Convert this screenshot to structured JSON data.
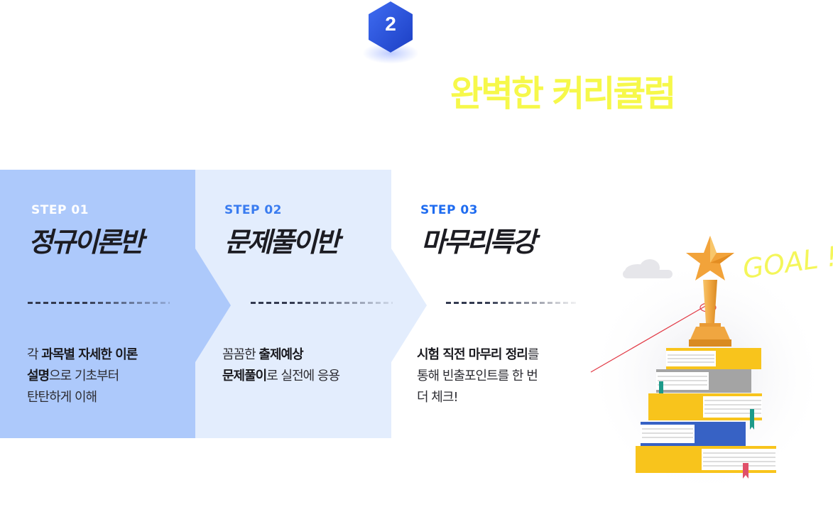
{
  "badge": {
    "number": "2"
  },
  "headline": "완벽한 커리큘럼",
  "steps": [
    {
      "label": "STEP 01",
      "title": "정규이론반",
      "desc": [
        [
          {
            "t": "각 ",
            "b": false
          },
          {
            "t": "과목별 자세한 이론",
            "b": true
          }
        ],
        [
          {
            "t": "설명",
            "b": true
          },
          {
            "t": "으로 기초부터",
            "b": false
          }
        ],
        [
          {
            "t": "탄탄하게 이해",
            "b": false
          }
        ]
      ]
    },
    {
      "label": "STEP 02",
      "title": "문제풀이반",
      "desc": [
        [
          {
            "t": "꼼꼼한 ",
            "b": false
          },
          {
            "t": "출제예상",
            "b": true
          }
        ],
        [
          {
            "t": "문제풀이",
            "b": true
          },
          {
            "t": "로 실전에 응용",
            "b": false
          }
        ]
      ]
    },
    {
      "label": "STEP 03",
      "title": "마무리특강",
      "desc": [
        [
          {
            "t": "시험 직전 마무리 정리",
            "b": true
          },
          {
            "t": "를",
            "b": false
          }
        ],
        [
          {
            "t": "통해 빈출포인트를 한 번",
            "b": false
          }
        ],
        [
          {
            "t": "더 체크!",
            "b": false
          }
        ]
      ]
    }
  ],
  "goal": {
    "text": "GOAL !"
  },
  "colors": {
    "panel1": "#adc9fb",
    "panel2": "#e3edfd",
    "headline": "#f6f84a",
    "badge": "#2a56e0",
    "trophy": "#f0a640",
    "book_yellow": "#f8c41c",
    "book_blue": "#3762c5",
    "book_gray": "#a4a4a4"
  },
  "icons": [
    "hexagon-badge",
    "trophy-icon",
    "star-icon",
    "cloud-icon",
    "books-stack-illustration"
  ]
}
